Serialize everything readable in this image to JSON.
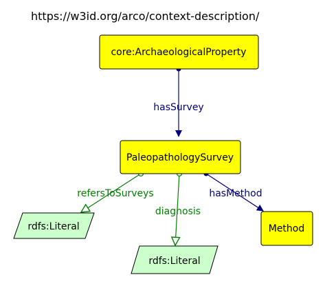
{
  "header": {
    "uri": "https://w3id.org/arco/context-description/"
  },
  "colors": {
    "class_fill": "#ffff00",
    "literal_fill": "#ccffcc",
    "object_property": "#000080",
    "datatype_property": "#008000"
  },
  "nodes": {
    "archaeological_property": "core:ArchaeologicalProperty",
    "paleopathology_survey": "PaleopathologySurvey",
    "method": "Method",
    "literal_left": "rdfs:Literal",
    "literal_bottom": "rdfs:Literal"
  },
  "edges": {
    "has_survey": "hasSurvey",
    "refers_to_surveys": "refersToSurveys",
    "diagnosis": "diagnosis",
    "has_method": "hasMethod"
  }
}
